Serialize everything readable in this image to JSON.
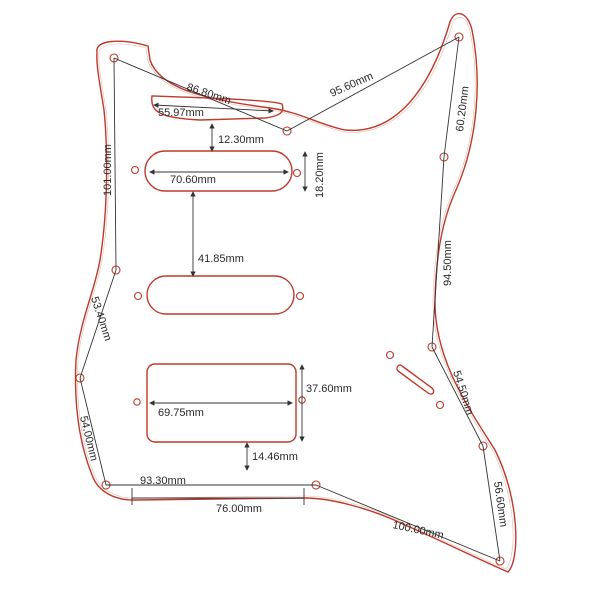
{
  "colors": {
    "outline": "#c0392b",
    "dimension": "#333333",
    "background": "#ffffff"
  },
  "labels": {
    "d8680": "86.80mm",
    "d5597": "55.97mm",
    "d9560": "95.60mm",
    "d6020": "60.20mm",
    "d1230": "12.30mm",
    "d7060": "70.60mm",
    "d1820": "18.20mm",
    "d10100": "101.00mm",
    "d4185": "41.85mm",
    "d9450": "94.50mm",
    "d5340": "53.40mm",
    "d3760": "37.60mm",
    "d5450": "54.50mm",
    "d6975": "69.75mm",
    "d1446": "14.46mm",
    "d5400": "54.00mm",
    "d9330": "93.30mm",
    "d7600": "76.00mm",
    "d5660": "56.60mm",
    "d10000": "100.00mm"
  }
}
